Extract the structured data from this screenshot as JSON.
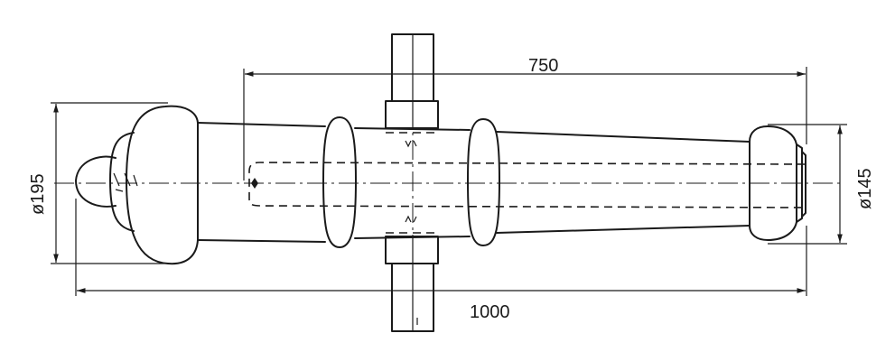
{
  "drawing": {
    "dimensions": {
      "bore_depth": "750",
      "overall_length": "1000",
      "breech_diameter": "ø195",
      "muzzle_diameter": "ø145"
    }
  }
}
